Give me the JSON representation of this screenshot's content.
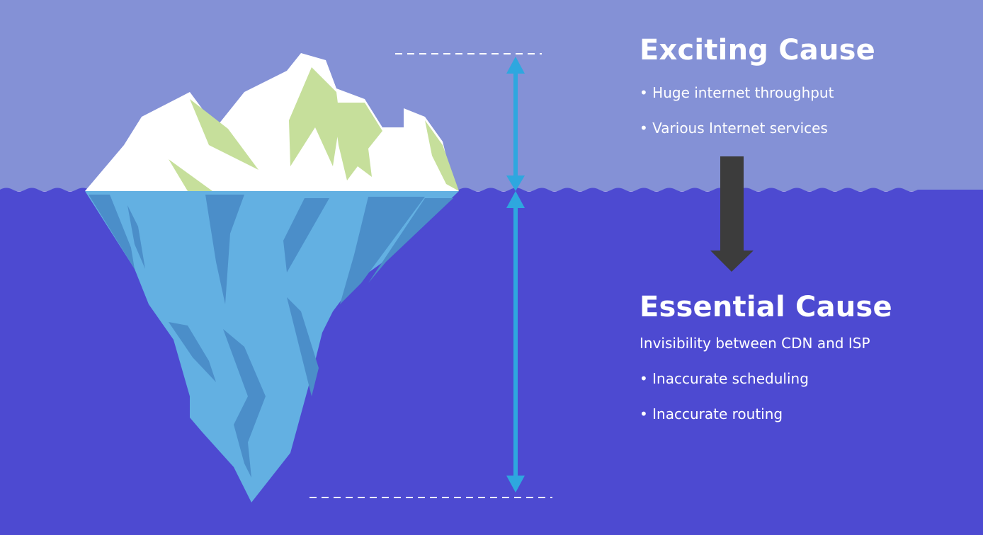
{
  "exciting_cause": {
    "title": "Exciting Cause",
    "items": [
      "• Huge internet throughput",
      "• Various  Internet services"
    ]
  },
  "essential_cause": {
    "title": "Essential Cause",
    "subtitle": "Invisibility between CDN and ISP",
    "items": [
      "• Inaccurate scheduling",
      "• Inaccurate routing"
    ]
  },
  "colors": {
    "sky": "#8491d6",
    "sea": "#4d4ad1",
    "ice_top": "#ffffff",
    "ice_moss": "#c6df9b",
    "ice_underwater": "#63b0e2",
    "ice_shadow": "#4b8ec9",
    "measure_arrow": "#2ea7df",
    "flow_arrow": "#3c3c3c"
  },
  "icons": [
    "iceberg-icon",
    "double-arrow-icon",
    "down-arrow-icon"
  ]
}
